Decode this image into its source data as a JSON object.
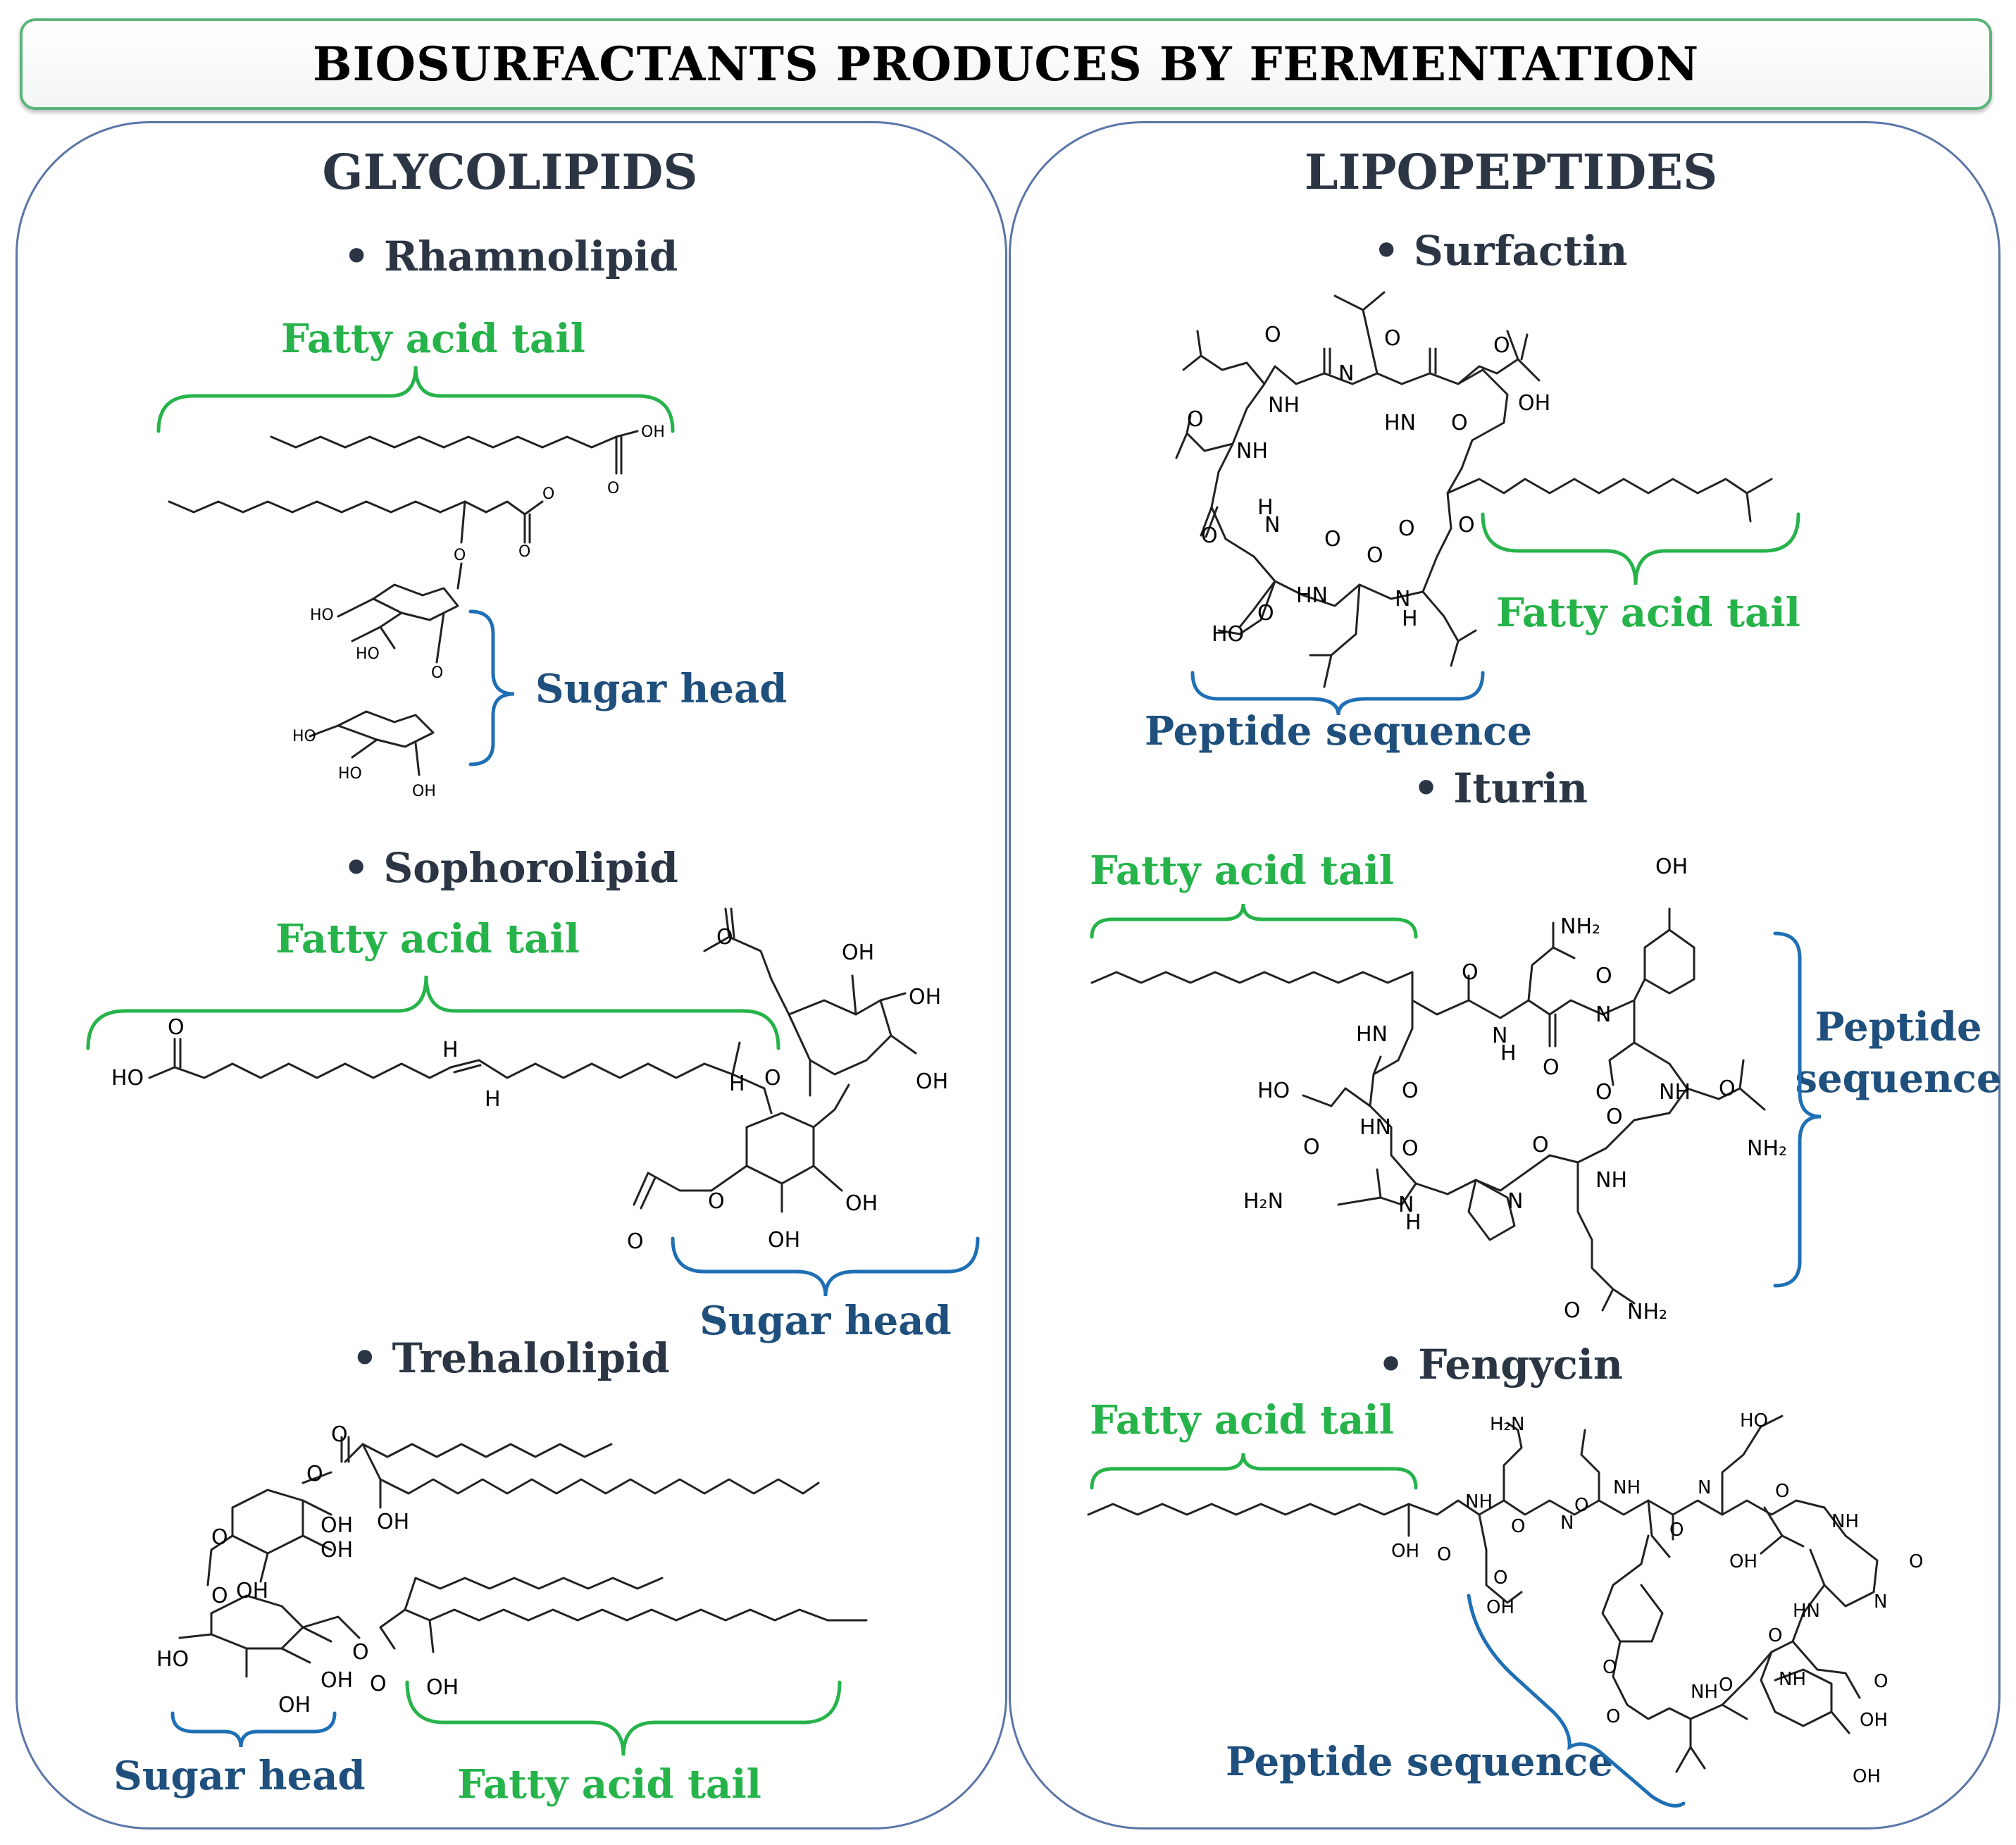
{
  "title": "BIOSURFACTANTS PRODUCES BY FERMENTATION",
  "glycolipids": {
    "heading": "GLYCOLIPIDS",
    "rhamnolipid": {
      "name": "Rhamnolipid",
      "tail_label": "Fatty acid tail",
      "head_label": "Sugar head"
    },
    "sophorolipid": {
      "name": "Sophorolipid",
      "tail_label": "Fatty acid tail",
      "head_label": "Sugar head"
    },
    "trehalolipid": {
      "name": "Trehalolipid",
      "head_label": "Sugar head",
      "tail_label": "Fatty acid tail"
    }
  },
  "lipopeptides": {
    "heading": "LIPOPEPTIDES",
    "surfactin": {
      "name": "Surfactin",
      "tail_label": "Fatty acid tail",
      "peptide_label": "Peptide sequence"
    },
    "iturin": {
      "name": "Iturin",
      "tail_label": "Fatty acid tail",
      "peptide_label_1": "Peptide",
      "peptide_label_2": "sequence"
    },
    "fengycin": {
      "name": "Fengycin",
      "tail_label": "Fatty acid tail",
      "peptide_label": "Peptide sequence"
    }
  },
  "colors": {
    "green": "#26b34a",
    "blue": "#1f4f7c",
    "panel_border": "#5a75a8",
    "title_border": "#5bb47a",
    "heading": "#2b3544"
  },
  "atoms": {
    "oh": "OH",
    "ho": "HO",
    "o": "O",
    "h": "H",
    "n": "N",
    "nh": "NH",
    "hn": "HN",
    "nh2": "NH₂",
    "h2n": "H₂N"
  }
}
